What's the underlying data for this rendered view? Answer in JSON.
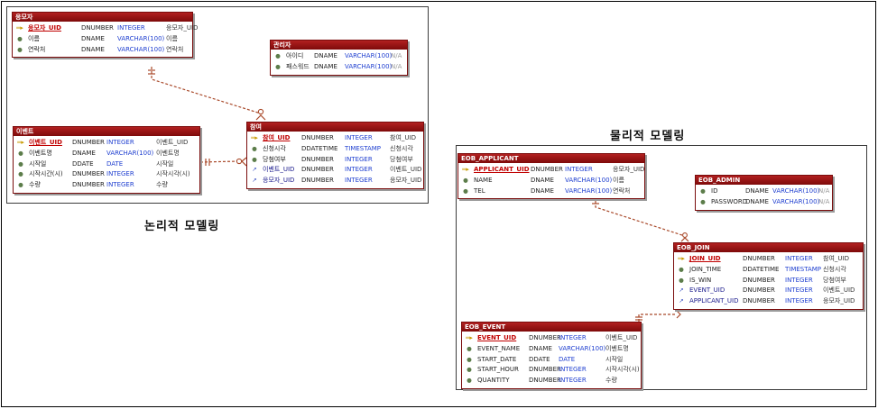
{
  "captions": {
    "logical": "논리적 모델링",
    "physical": "물리적 모델링"
  },
  "logical": {
    "applicant": {
      "title": "응모자",
      "rows": [
        {
          "icon": "pk-key-icon",
          "name": "응모자_UID",
          "domain": "DNUMBER",
          "type": "INTEGER",
          "comment": "응모자_UID"
        },
        {
          "icon": "attribute-icon",
          "name": "이름",
          "domain": "DNAME",
          "type": "VARCHAR(100)",
          "comment": "이름"
        },
        {
          "icon": "attribute-icon",
          "name": "연락처",
          "domain": "DNAME",
          "type": "VARCHAR(100)",
          "comment": "연락처"
        }
      ]
    },
    "admin": {
      "title": "관리자",
      "rows": [
        {
          "icon": "attribute-icon",
          "name": "아이디",
          "domain": "DNAME",
          "type": "VARCHAR(100)",
          "comment": "N/A"
        },
        {
          "icon": "attribute-icon",
          "name": "패스워드",
          "domain": "DNAME",
          "type": "VARCHAR(100)",
          "comment": "N/A"
        }
      ]
    },
    "event": {
      "title": "이벤트",
      "rows": [
        {
          "icon": "pk-key-icon",
          "name": "이벤트_UID",
          "domain": "DNUMBER",
          "type": "INTEGER",
          "comment": "이벤트_UID"
        },
        {
          "icon": "attribute-icon",
          "name": "이벤트명",
          "domain": "DNAME",
          "type": "VARCHAR(100)",
          "comment": "이벤트명"
        },
        {
          "icon": "attribute-icon",
          "name": "시작일",
          "domain": "DDATE",
          "type": "DATE",
          "comment": "시작일"
        },
        {
          "icon": "attribute-icon",
          "name": "시작시간(시)",
          "domain": "DNUMBER",
          "type": "INTEGER",
          "comment": "시작시각(시)"
        },
        {
          "icon": "attribute-icon",
          "name": "수량",
          "domain": "DNUMBER",
          "type": "INTEGER",
          "comment": "수량"
        }
      ]
    },
    "join": {
      "title": "참여",
      "rows": [
        {
          "icon": "pk-key-icon",
          "name": "참여_UID",
          "domain": "DNUMBER",
          "type": "INTEGER",
          "comment": "참여_UID"
        },
        {
          "icon": "attribute-icon",
          "name": "신청시각",
          "domain": "DDATETIME",
          "type": "TIMESTAMP",
          "comment": "신청시각"
        },
        {
          "icon": "attribute-icon",
          "name": "당첨여부",
          "domain": "DNUMBER",
          "type": "INTEGER",
          "comment": "당첨여부"
        },
        {
          "icon": "fk-link-icon",
          "name": "이벤트_UID",
          "domain": "DNUMBER",
          "type": "INTEGER",
          "comment": "이벤트_UID"
        },
        {
          "icon": "fk-link-icon",
          "name": "응모자_UID",
          "domain": "DNUMBER",
          "type": "INTEGER",
          "comment": "응모자_UID"
        }
      ]
    }
  },
  "physical": {
    "applicant": {
      "title": "EOB_APPLICANT",
      "rows": [
        {
          "icon": "pk-key-icon",
          "name": "APPLICANT_UID",
          "domain": "DNUMBER",
          "type": "INTEGER",
          "comment": "응모자_UID"
        },
        {
          "icon": "attribute-icon",
          "name": "NAME",
          "domain": "DNAME",
          "type": "VARCHAR(100)",
          "comment": "이름"
        },
        {
          "icon": "attribute-icon",
          "name": "TEL",
          "domain": "DNAME",
          "type": "VARCHAR(100)",
          "comment": "연락처"
        }
      ]
    },
    "admin": {
      "title": "EOB_ADMIN",
      "rows": [
        {
          "icon": "attribute-icon",
          "name": "ID",
          "domain": "DNAME",
          "type": "VARCHAR(100)",
          "comment": "N/A"
        },
        {
          "icon": "attribute-icon",
          "name": "PASSWORD",
          "domain": "DNAME",
          "type": "VARCHAR(100)",
          "comment": "N/A"
        }
      ]
    },
    "join": {
      "title": "EOB_JOIN",
      "rows": [
        {
          "icon": "pk-key-icon",
          "name": "JOIN_UID",
          "domain": "DNUMBER",
          "type": "INTEGER",
          "comment": "참여_UID"
        },
        {
          "icon": "attribute-icon",
          "name": "JOIN_TIME",
          "domain": "DDATETIME",
          "type": "TIMESTAMP",
          "comment": "신청시각"
        },
        {
          "icon": "attribute-icon",
          "name": "IS_WIN",
          "domain": "DNUMBER",
          "type": "INTEGER",
          "comment": "당첨여부"
        },
        {
          "icon": "fk-link-icon",
          "name": "EVENT_UID",
          "domain": "DNUMBER",
          "type": "INTEGER",
          "comment": "이벤트_UID"
        },
        {
          "icon": "fk-link-icon",
          "name": "APPLICANT_UID",
          "domain": "DNUMBER",
          "type": "INTEGER",
          "comment": "응모자_UID"
        }
      ]
    },
    "event": {
      "title": "EOB_EVENT",
      "rows": [
        {
          "icon": "pk-key-icon",
          "name": "EVENT_UID",
          "domain": "DNUMBER",
          "type": "INTEGER",
          "comment": "이벤트_UID"
        },
        {
          "icon": "attribute-icon",
          "name": "EVENT_NAME",
          "domain": "DNAME",
          "type": "VARCHAR(100)",
          "comment": "이벤트명"
        },
        {
          "icon": "attribute-icon",
          "name": "START_DATE",
          "domain": "DDATE",
          "type": "DATE",
          "comment": "시작일"
        },
        {
          "icon": "attribute-icon",
          "name": "START_HOUR",
          "domain": "DNUMBER",
          "type": "INTEGER",
          "comment": "시작시각(시)"
        },
        {
          "icon": "attribute-icon",
          "name": "QUANTITY",
          "domain": "DNUMBER",
          "type": "INTEGER",
          "comment": "수량"
        }
      ]
    }
  },
  "colors": {
    "entity_header": "#8e1111",
    "relation_line": "#a9492a",
    "type_text": "#1f3fd0",
    "pk_text": "#c00000"
  }
}
